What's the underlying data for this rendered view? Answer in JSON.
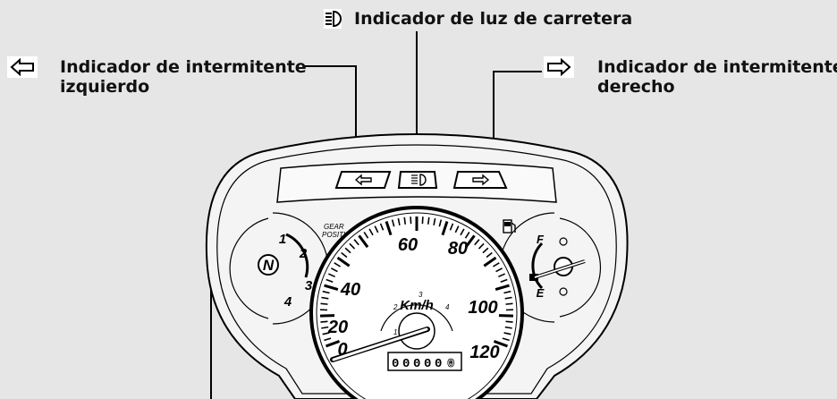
{
  "callouts": {
    "high_beam": "Indicador de luz de carretera",
    "left_turn_line1": "Indicador de intermitente",
    "left_turn_line2": "izquierdo",
    "right_turn_line1": "Indicador de intermitente",
    "right_turn_line2": "derecho"
  },
  "cluster": {
    "gear_label_1": "GEAR",
    "gear_label_2": "POSITION",
    "gears": [
      "N",
      "1",
      "2",
      "3",
      "4"
    ],
    "speeds": [
      "0",
      "20",
      "40",
      "60",
      "80",
      "100",
      "120"
    ],
    "unit": "Km/h",
    "minor_marks": [
      "1",
      "2",
      "3",
      "4"
    ],
    "fuel_full": "F",
    "fuel_empty": "E",
    "odometer": [
      "0",
      "0",
      "0",
      "0",
      "0",
      "0"
    ]
  },
  "icons": {
    "high_beam": "headlight-high-beam-icon",
    "left_arrow": "left-arrow-icon",
    "right_arrow": "right-arrow-icon",
    "fuel_pump": "fuel-pump-icon"
  }
}
